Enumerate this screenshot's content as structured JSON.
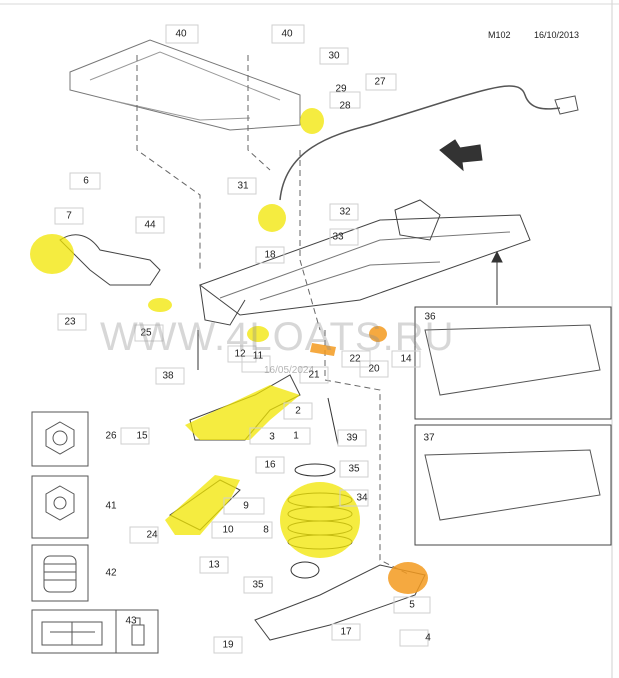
{
  "header": {
    "model_code": "M102",
    "date": "16/10/2013"
  },
  "watermark": {
    "text": "WWW.4LOATS.RU",
    "sub": "16/05/2024"
  },
  "callouts": [
    "40",
    "40",
    "30",
    "29",
    "27",
    "28",
    "6",
    "31",
    "32",
    "7",
    "44",
    "33",
    "18",
    "25",
    "23",
    "12",
    "11",
    "22",
    "14",
    "36",
    "38",
    "21",
    "20",
    "2",
    "15",
    "1",
    "3",
    "39",
    "26",
    "16",
    "35",
    "37",
    "41",
    "9",
    "34",
    "24",
    "10",
    "8",
    "42",
    "13",
    "35",
    "5",
    "43",
    "17",
    "4",
    "19"
  ],
  "colors": {
    "highlight_yellow": "#f2e600",
    "highlight_orange": "#f39a1e",
    "line": "#333333"
  }
}
